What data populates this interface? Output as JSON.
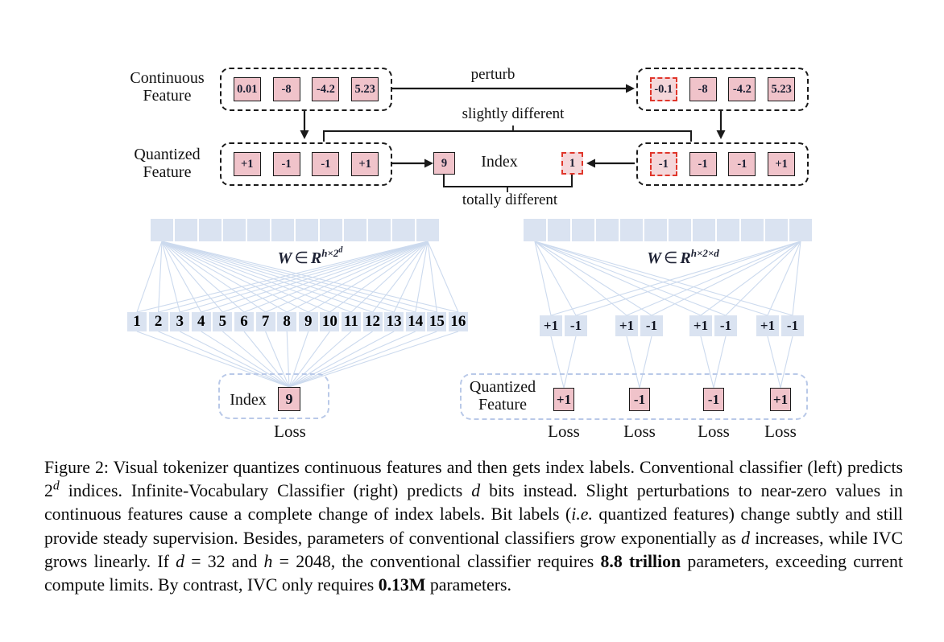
{
  "figure": {
    "top": {
      "continuous_label_lines": [
        "Continuous",
        "Feature"
      ],
      "quantized_label_lines": [
        "Quantized",
        "Feature"
      ],
      "perturb": "perturb",
      "slightly_different": "slightly different",
      "totally_different": "totally different",
      "index_label": "Index",
      "left_continuous": [
        {
          "v": "0.01"
        },
        {
          "v": "-8"
        },
        {
          "v": "-4.2"
        },
        {
          "v": "5.23"
        }
      ],
      "right_continuous": [
        {
          "v": "-0.1",
          "hl": true
        },
        {
          "v": "-8"
        },
        {
          "v": "-4.2"
        },
        {
          "v": "5.23"
        }
      ],
      "left_quantized": [
        {
          "v": "+1"
        },
        {
          "v": "-1"
        },
        {
          "v": "-1"
        },
        {
          "v": "+1"
        }
      ],
      "right_quantized": [
        {
          "v": "-1",
          "hl": true
        },
        {
          "v": "-1"
        },
        {
          "v": "-1"
        },
        {
          "v": "+1"
        }
      ],
      "left_index": "9",
      "right_index": {
        "v": "1",
        "hl": true
      }
    },
    "left_net": {
      "weight": {
        "w": "W",
        "in": "∈",
        "r": "R",
        "sup": "h×2",
        "supexp": "d"
      },
      "top_square_count": 12,
      "classes": [
        "1",
        "2",
        "3",
        "4",
        "5",
        "6",
        "7",
        "8",
        "9",
        "10",
        "11",
        "12",
        "13",
        "14",
        "15",
        "16"
      ],
      "index_label": "Index",
      "index_value": "9",
      "loss": "Loss"
    },
    "right_net": {
      "weight": {
        "w": "W",
        "in": "∈",
        "r": "R",
        "sup": "h×2×d",
        "supexp": ""
      },
      "top_square_count": 12,
      "bit_pairs": [
        [
          "+1",
          "-1"
        ],
        [
          "+1",
          "-1"
        ],
        [
          "+1",
          "-1"
        ],
        [
          "+1",
          "-1"
        ]
      ],
      "quantized_label_lines": [
        "Quantized",
        "Feature"
      ],
      "quantized_values": [
        "+1",
        "-1",
        "-1",
        "+1"
      ],
      "loss_labels": [
        "Loss",
        "Loss",
        "Loss",
        "Loss"
      ]
    }
  },
  "caption": {
    "segments": [
      {
        "t": "Figure 2: Visual tokenizer quantizes continuous features and then gets index labels. Conventional classifier (left) predicts 2"
      },
      {
        "t": "d",
        "s": "si"
      },
      {
        "t": " indices. Infinite-Vocabulary Classifier (right) predicts "
      },
      {
        "t": "d",
        "s": "i"
      },
      {
        "t": " bits instead. Slight perturbations to near-zero values in continuous features cause a complete change of index labels. Bit labels ("
      },
      {
        "t": "i.e.",
        "s": "i"
      },
      {
        "t": " quantized features) change subtly and still provide steady supervision. Besides, parameters of conventional classifiers grow exponentially as "
      },
      {
        "t": "d",
        "s": "i"
      },
      {
        "t": " increases, while IVC grows linearly. If "
      },
      {
        "t": "d",
        "s": "i"
      },
      {
        "t": " = 32 and "
      },
      {
        "t": "h",
        "s": "i"
      },
      {
        "t": " = 2048, the conventional classifier requires "
      },
      {
        "t": "8.8 trillion",
        "s": "b"
      },
      {
        "t": " parameters, exceeding current compute limits. By contrast, IVC only requires "
      },
      {
        "t": "0.13M",
        "s": "b"
      },
      {
        "t": " parameters."
      }
    ]
  },
  "colors": {
    "pink_fill": "#f0c3ca",
    "pink_fill_light": "#f5d7da",
    "highlight_red": "#e0362b",
    "square_blue": "#dae3f1",
    "connector_blue": "#ccdaee",
    "soft_dash_blue": "#b9c9e8",
    "ink": "#1a1a1a"
  }
}
